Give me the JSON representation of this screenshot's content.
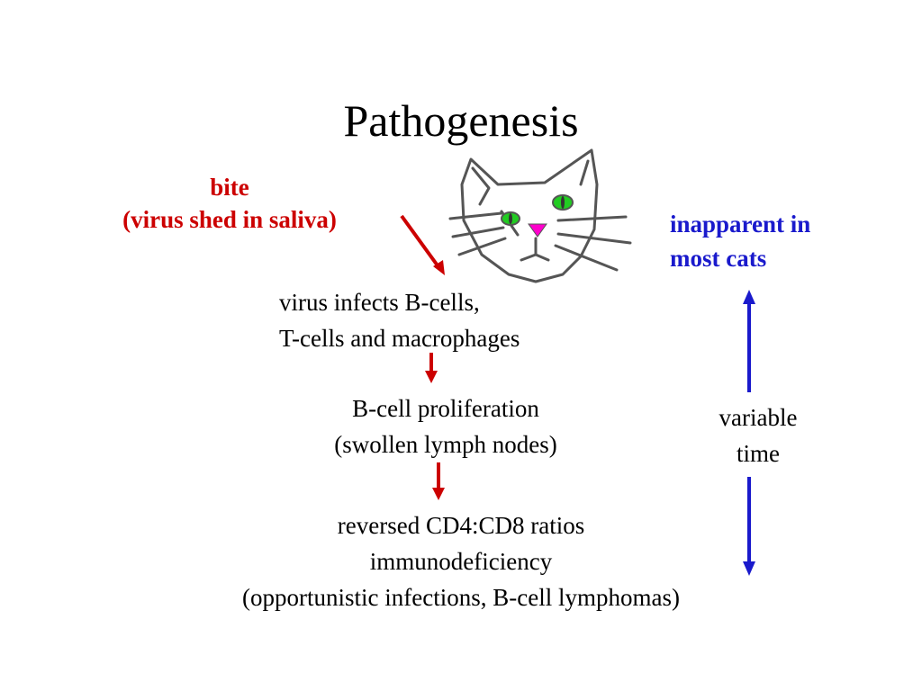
{
  "slide": {
    "title": "Pathogenesis",
    "bite": {
      "line1": "bite",
      "line2": "(virus shed in saliva)"
    },
    "side_note": {
      "line1": "inapparent in",
      "line2": "most cats"
    },
    "timeline": {
      "line1": "variable",
      "line2": "time"
    },
    "steps": [
      {
        "line1": "virus infects B-cells,",
        "line2": "T-cells and macrophages"
      },
      {
        "line1": "B-cell proliferation",
        "line2": "(swollen  lymph nodes)"
      },
      {
        "line1": "reversed CD4:CD8 ratios",
        "line2": "immunodeficiency",
        "line3": "(opportunistic infections, B-cell lymphomas)"
      }
    ]
  },
  "colors": {
    "red": "#cc0000",
    "blue": "#1a1acc",
    "cat_eyes": "#22cc22",
    "cat_nose": "#ff00cc"
  },
  "icons": {
    "cat": "cat-face-icon"
  }
}
